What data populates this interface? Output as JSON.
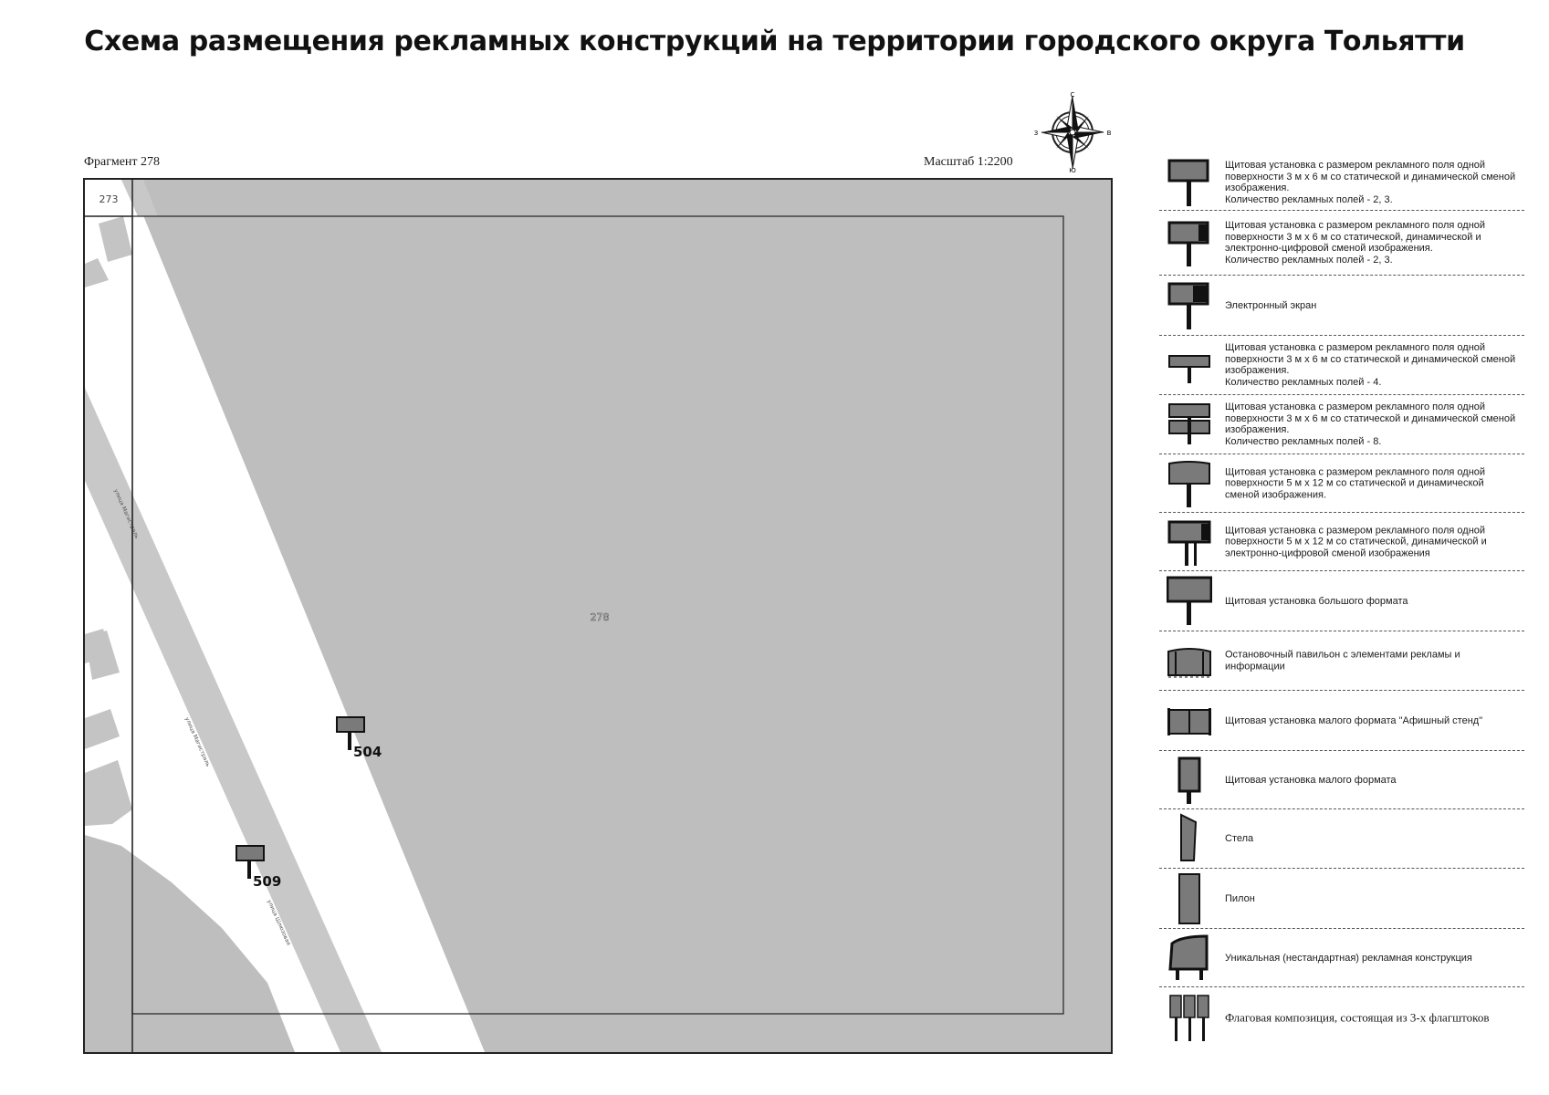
{
  "title": "Схема размещения рекламных конструкций на территории городского округа Тольятти",
  "map": {
    "fragment_label": "Фрагмент 278",
    "scale_label": "Масштаб 1:2200",
    "compass": {
      "n": "С",
      "s": "Ю",
      "w": "З",
      "e": "В"
    },
    "adjacent_fragment": "273",
    "current_fragment": "278",
    "markers": [
      {
        "id": "504"
      },
      {
        "id": "509"
      }
    ],
    "colors": {
      "zone": "#bebebe",
      "road": "#c8c8c8",
      "building": "#c4c4c4",
      "sign": "#7a7a7a"
    }
  },
  "legend": {
    "items": [
      {
        "icon": "billboard-3x6-icon",
        "text": "Щитовая установка с размером рекламного поля одной поверхности 3 м х 6 м со статической и динамической сменой изображения.\nКоличество рекламных полей - 2, 3."
      },
      {
        "icon": "billboard-3x6-digital-icon",
        "text": "Щитовая установка с размером рекламного поля одной поверхности 3 м х 6 м со статической, динамической и электронно-цифровой сменой изображения.\nКоличество рекламных полей - 2, 3."
      },
      {
        "icon": "electronic-screen-icon",
        "text": "Электронный экран"
      },
      {
        "icon": "billboard-3x6-four-sided-icon",
        "text": "Щитовая установка с размером рекламного поля одной поверхности 3 м х 6 м со статической и динамической сменой изображения.\nКоличество рекламных полей - 4."
      },
      {
        "icon": "billboard-3x6-eight-sided-icon",
        "text": "Щитовая установка с размером рекламного поля одной поверхности 3 м х 6 м со статической и динамической сменой изображения.\nКоличество рекламных полей - 8."
      },
      {
        "icon": "billboard-5x12-icon",
        "text": "Щитовая установка с размером рекламного поля одной поверхности 5 м х 12 м со статической и динамической сменой изображения."
      },
      {
        "icon": "billboard-5x12-digital-icon",
        "text": "Щитовая установка с размером рекламного поля одной поверхности 5 м х 12 м со статической, динамической и электронно-цифровой сменой изображения"
      },
      {
        "icon": "large-format-billboard-icon",
        "text": "Щитовая установка большого формата"
      },
      {
        "icon": "bus-stop-pavilion-icon",
        "text": "Остановочный павильон с элементами рекламы и информации"
      },
      {
        "icon": "poster-stand-icon",
        "text": "Щитовая установка малого формата \"Афишный стенд\""
      },
      {
        "icon": "small-format-sign-icon",
        "text": "Щитовая установка малого формата"
      },
      {
        "icon": "stele-icon",
        "text": "Стела"
      },
      {
        "icon": "pylon-icon",
        "text": "Пилон"
      },
      {
        "icon": "unique-structure-icon",
        "text": "Уникальная (нестандартная) рекламная конструкция"
      },
      {
        "icon": "flag-composition-icon",
        "text": "Флаговая композиция, состоящая из 3-х флагштоков",
        "serif": true
      }
    ]
  }
}
